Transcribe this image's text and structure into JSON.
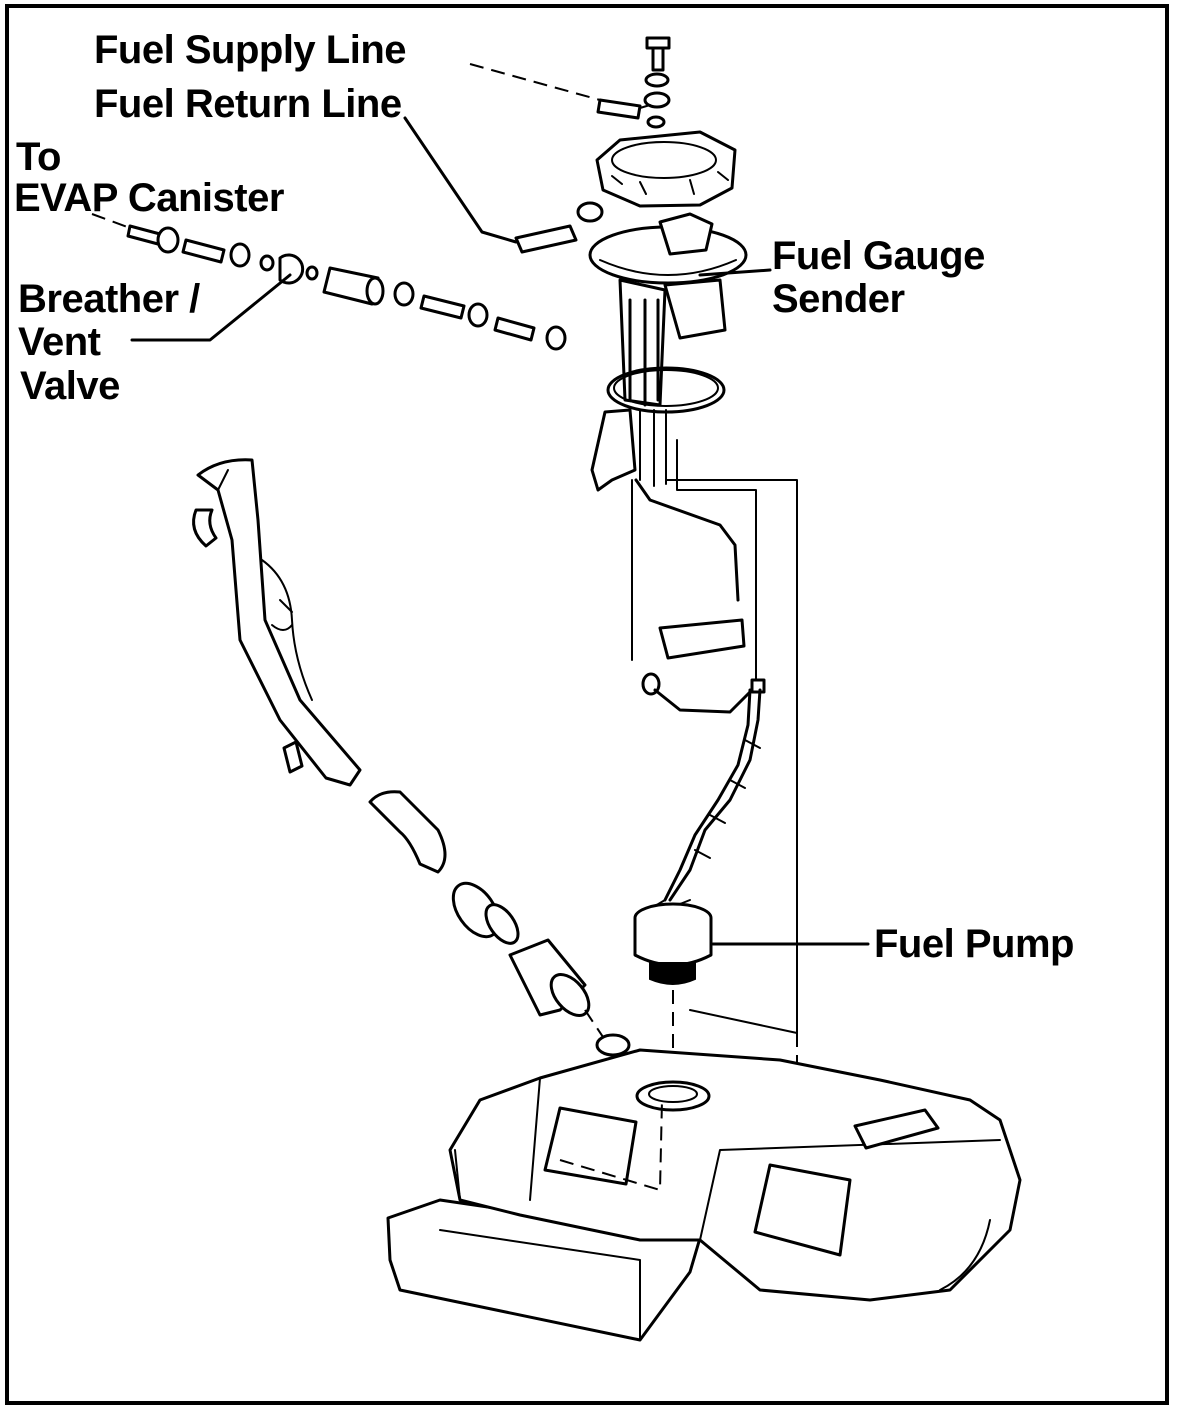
{
  "labels": {
    "fuel_supply_line": "Fuel Supply Line",
    "fuel_return_line": "Fuel Return Line",
    "evap_line1": "To",
    "evap_line2": "EVAP Canister",
    "breather_line1": "Breather /",
    "breather_line2": "Vent",
    "breather_line3": "Valve",
    "gauge_line1": "Fuel Gauge",
    "gauge_line2": "Sender",
    "fuel_pump": "Fuel Pump"
  },
  "colors": {
    "ink": "#000000",
    "paper": "#ffffff"
  }
}
